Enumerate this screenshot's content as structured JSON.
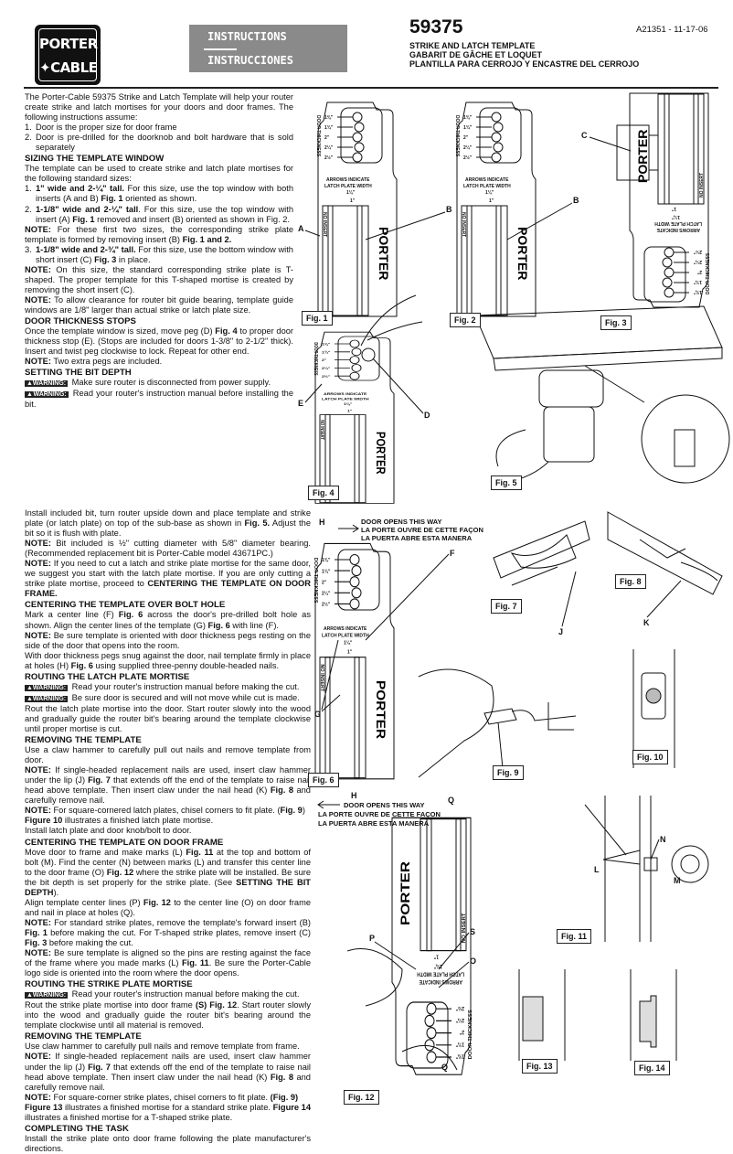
{
  "header": {
    "logo": [
      "PORTER",
      "✦CABLE"
    ],
    "banner_en": "INSTRUCTIONS",
    "banner_es": "INSTRUCCIONES",
    "model": "59375",
    "subtitles": [
      "STRIKE AND LATCH  TEMPLATE",
      "GABARIT DE GÂCHE ET LOQUET",
      "PLANTILLA PARA CERROJO Y ENCASTRE DEL CERROJO"
    ],
    "doc_id": "A21351 - 11-17-06"
  },
  "instructions": {
    "narrow": [
      {
        "k": "p",
        "runs": [
          {
            "t": "The Porter-Cable 59375 Strike and Latch Template will help your router create strike and latch mortises for your doors and door frames. The following instructions assume:"
          }
        ]
      },
      {
        "k": "li",
        "n": "1.",
        "runs": [
          {
            "t": "Door is the proper size for door frame"
          }
        ]
      },
      {
        "k": "li",
        "n": "2.",
        "runs": [
          {
            "t": "Door is pre-drilled for the doorknob and bolt hardware that is sold separately"
          }
        ]
      },
      {
        "k": "h",
        "runs": [
          {
            "t": "SIZING THE TEMPLATE WINDOW"
          }
        ]
      },
      {
        "k": "p",
        "runs": [
          {
            "t": "The template can be used to create strike and latch plate mortises for the following standard sizes:"
          }
        ]
      },
      {
        "k": "li",
        "n": "1.",
        "runs": [
          {
            "t": "1\" wide and 2-¼\" tall.",
            "b": true
          },
          {
            "t": " For this size, use the top window with both inserts (A and B) "
          },
          {
            "t": "Fig. 1",
            "b": true
          },
          {
            "t": " oriented as shown."
          }
        ]
      },
      {
        "k": "li",
        "n": "2.",
        "runs": [
          {
            "t": "1-1/8\" wide and 2-¼\" tall",
            "b": true
          },
          {
            "t": ". For this size, use the top window with insert (A) "
          },
          {
            "t": "Fig. 1",
            "b": true
          },
          {
            "t": " removed and insert (B) oriented as shown in Fig. 2."
          }
        ]
      },
      {
        "k": "p",
        "runs": [
          {
            "t": "NOTE:",
            "b": true
          },
          {
            "t": " For these first two sizes, the corresponding strike plate template is formed by removing insert (B) "
          },
          {
            "t": "Fig. 1 and 2.",
            "b": true
          }
        ]
      },
      {
        "k": "li",
        "n": "3.",
        "runs": [
          {
            "t": "1-1/8\" wide and 2-¾\" tall.",
            "b": true
          },
          {
            "t": " For this size, use the bottom window with short insert (C) "
          },
          {
            "t": "Fig. 3",
            "b": true
          },
          {
            "t": " in place."
          }
        ]
      },
      {
        "k": "p",
        "runs": [
          {
            "t": "NOTE:",
            "b": true
          },
          {
            "t": " On this size, the standard corresponding strike plate is T-shaped. The proper template for this T-shaped mortise is created by removing the short insert (C)."
          }
        ]
      },
      {
        "k": "p",
        "runs": [
          {
            "t": "NOTE:",
            "b": true
          },
          {
            "t": " To allow clearance for router bit guide bearing, template guide windows are 1/8\" larger than actual strike or latch plate size."
          }
        ]
      },
      {
        "k": "h",
        "runs": [
          {
            "t": "DOOR THICKNESS STOPS"
          }
        ]
      },
      {
        "k": "p",
        "runs": [
          {
            "t": "Once the template window is sized, move peg (D) "
          },
          {
            "t": "Fig. 4",
            "b": true
          },
          {
            "t": " to proper door thickness stop (E). (Stops are included for doors 1-3/8\" to 2-1/2\" thick). Insert and twist peg clockwise to lock. Repeat for other end."
          }
        ]
      },
      {
        "k": "p",
        "runs": [
          {
            "t": "NOTE:",
            "b": true
          },
          {
            "t": " Two extra pegs are included."
          }
        ]
      },
      {
        "k": "h",
        "runs": [
          {
            "t": "SETTING THE BIT DEPTH"
          }
        ]
      },
      {
        "k": "p",
        "runs": [
          {
            "t": "▲WARNING:",
            "w": true
          },
          {
            "t": " Make sure router is disconnected from power supply."
          }
        ]
      },
      {
        "k": "p",
        "runs": [
          {
            "t": "▲WARNING:",
            "w": true
          },
          {
            "t": " Read your router's instruction manual before installing the bit."
          }
        ]
      }
    ],
    "wide": [
      {
        "k": "p",
        "runs": [
          {
            "t": "Install included bit, turn router upside down and place template and strike plate (or latch plate) on top of the sub-base as shown in "
          },
          {
            "t": "Fig. 5.",
            "b": true
          },
          {
            "t": " Adjust the bit so it is flush with plate."
          }
        ]
      },
      {
        "k": "p",
        "runs": [
          {
            "t": "NOTE:",
            "b": true
          },
          {
            "t": " Bit included is ½\" cutting diameter with 5/8\" diameter bearing. (Recommended replacement bit is Porter-Cable model 43671PC.)"
          }
        ]
      },
      {
        "k": "p",
        "runs": [
          {
            "t": "NOTE:",
            "b": true
          },
          {
            "t": " If you need to cut a latch and strike plate mortise for the same door, we suggest you start with the latch plate mortise. If you are only cutting a strike plate mortise, proceed to "
          },
          {
            "t": "CENTERING THE TEMPLATE ON DOOR FRAME.",
            "b": true
          }
        ]
      },
      {
        "k": "h",
        "runs": [
          {
            "t": "CENTERING THE TEMPLATE OVER BOLT HOLE"
          }
        ]
      },
      {
        "k": "p",
        "runs": [
          {
            "t": "Mark a center line (F) "
          },
          {
            "t": "Fig. 6",
            "b": true
          },
          {
            "t": " across the door's pre-drilled bolt hole as shown. Align the center lines of the template (G) "
          },
          {
            "t": "Fig. 6",
            "b": true
          },
          {
            "t": " with line (F)."
          }
        ]
      },
      {
        "k": "p",
        "runs": [
          {
            "t": "NOTE:",
            "b": true
          },
          {
            "t": " Be sure template is oriented with door thickness pegs resting on the side of the door that opens into the room."
          }
        ]
      },
      {
        "k": "p",
        "runs": [
          {
            "t": "With door thickness pegs snug against the door, nail template firmly in place at holes (H) "
          },
          {
            "t": "Fig. 6",
            "b": true
          },
          {
            "t": " using supplied three-penny double-headed nails."
          }
        ]
      },
      {
        "k": "h",
        "runs": [
          {
            "t": "ROUTING THE LATCH PLATE MORTISE"
          }
        ]
      },
      {
        "k": "p",
        "runs": [
          {
            "t": "▲WARNING:",
            "w": true
          },
          {
            "t": " Read your router's instruction manual before making the cut."
          }
        ]
      },
      {
        "k": "p",
        "runs": [
          {
            "t": "▲WARNING:",
            "w": true
          },
          {
            "t": " Be sure door is secured and will not move while cut is made."
          }
        ]
      },
      {
        "k": "p",
        "runs": [
          {
            "t": "Rout the latch plate mortise into the door. Start router slowly into the wood and gradually guide the router bit's bearing around the template clockwise until proper mortise is cut."
          }
        ]
      },
      {
        "k": "h",
        "runs": [
          {
            "t": "REMOVING THE TEMPLATE"
          }
        ]
      },
      {
        "k": "p",
        "runs": [
          {
            "t": "Use a claw hammer to carefully pull out nails and remove template from door."
          }
        ]
      },
      {
        "k": "p",
        "runs": [
          {
            "t": "NOTE:",
            "b": true
          },
          {
            "t": " If single-headed replacement nails are used, insert claw hammer under the lip (J) "
          },
          {
            "t": "Fig. 7",
            "b": true
          },
          {
            "t": " that extends off the end of the template to raise nail head above template. Then insert claw under the nail head (K) "
          },
          {
            "t": "Fig. 8",
            "b": true
          },
          {
            "t": " and carefully remove nail."
          }
        ]
      },
      {
        "k": "p",
        "runs": [
          {
            "t": "NOTE:",
            "b": true
          },
          {
            "t": " For square-cornered latch plates, chisel corners to fit plate. ("
          },
          {
            "t": "Fig. 9",
            "b": true
          },
          {
            "t": ")"
          }
        ]
      },
      {
        "k": "p",
        "runs": [
          {
            "t": "Figure 10",
            "b": true
          },
          {
            "t": " illustrates a finished latch plate mortise."
          }
        ]
      },
      {
        "k": "p",
        "runs": [
          {
            "t": "Install latch plate and door knob/bolt to door."
          }
        ]
      },
      {
        "k": "h",
        "runs": [
          {
            "t": "CENTERING THE TEMPLATE ON DOOR FRAME"
          }
        ]
      },
      {
        "k": "p",
        "runs": [
          {
            "t": "Move door to frame and make marks (L) "
          },
          {
            "t": "Fig. 11",
            "b": true
          },
          {
            "t": " at the top and bottom of bolt (M). Find the center (N) between marks (L) and transfer this center line to the door frame (O) "
          },
          {
            "t": "Fig. 12",
            "b": true
          },
          {
            "t": " where the strike plate will be installed. Be sure the bit depth is set properly for the strike plate. (See "
          },
          {
            "t": "SETTING THE BIT DEPTH",
            "b": true
          },
          {
            "t": ")."
          }
        ]
      },
      {
        "k": "p",
        "runs": [
          {
            "t": "Align template center lines (P) "
          },
          {
            "t": "Fig. 12",
            "b": true
          },
          {
            "t": " to the center line (O) on door frame and nail in place at holes (Q)."
          }
        ]
      },
      {
        "k": "p",
        "runs": [
          {
            "t": "NOTE:",
            "b": true
          },
          {
            "t": " For standard strike plates, remove the template's forward insert (B) "
          },
          {
            "t": "Fig. 1",
            "b": true
          },
          {
            "t": " before making the cut. For T-shaped strike plates, remove insert (C) "
          },
          {
            "t": "Fig. 3",
            "b": true
          },
          {
            "t": " before making the cut."
          }
        ]
      },
      {
        "k": "p",
        "runs": [
          {
            "t": "NOTE:",
            "b": true
          },
          {
            "t": " Be sure template is aligned so the pins are resting against the face of the frame where you made marks (L) "
          },
          {
            "t": "Fig. 11",
            "b": true
          },
          {
            "t": ". Be sure the Porter-Cable logo side is oriented into the room where the door opens."
          }
        ]
      },
      {
        "k": "h",
        "runs": [
          {
            "t": "ROUTING THE STRIKE PLATE MORTISE"
          }
        ]
      },
      {
        "k": "p",
        "runs": [
          {
            "t": "▲WARNING:",
            "w": true
          },
          {
            "t": " Read your router's instruction manual before making the cut."
          }
        ]
      },
      {
        "k": "p",
        "runs": [
          {
            "t": "Rout the strike plate mortise into door frame "
          },
          {
            "t": "(S) Fig. 12",
            "b": true
          },
          {
            "t": ". Start router slowly into the wood and gradually guide the router bit's bearing around the template clockwise until all material is removed."
          }
        ]
      },
      {
        "k": "h",
        "runs": [
          {
            "t": "REMOVING THE TEMPLATE"
          }
        ]
      },
      {
        "k": "p",
        "runs": [
          {
            "t": "Use claw hammer to carefully pull nails and remove template from frame."
          }
        ]
      },
      {
        "k": "p",
        "runs": [
          {
            "t": "NOTE:",
            "b": true
          },
          {
            "t": " If single-headed replacement nails are used, insert claw hammer under the lip (J) "
          },
          {
            "t": "Fig. 7",
            "b": true
          },
          {
            "t": " that extends off the end of the template to raise nail head above template. Then insert claw under the nail head (K) "
          },
          {
            "t": "Fig. 8",
            "b": true
          },
          {
            "t": " and carefully remove nail."
          }
        ]
      },
      {
        "k": "p",
        "runs": [
          {
            "t": "NOTE:",
            "b": true
          },
          {
            "t": " For square-corner strike plates, chisel corners to fit plate. "
          },
          {
            "t": "(Fig. 9)",
            "b": true
          }
        ]
      },
      {
        "k": "p",
        "runs": [
          {
            "t": "Figure 13",
            "b": true
          },
          {
            "t": " illustrates a finished mortise for a standard strike plate. "
          },
          {
            "t": "Figure 14",
            "b": true
          },
          {
            "t": " illustrates a finished mortise for a T-shaped strike plate."
          }
        ]
      },
      {
        "k": "h",
        "runs": [
          {
            "t": "COMPLETING THE TASK"
          }
        ]
      },
      {
        "k": "p",
        "runs": [
          {
            "t": "Install the strike plate onto door frame following the plate manufacturer's directions."
          }
        ]
      }
    ]
  },
  "template": {
    "door_thickness": "DOOR THICKNESS",
    "thickness": [
      "1⅜\"",
      "1¾\"",
      "2\"",
      "2¼\"",
      "2½\""
    ],
    "arrows": [
      "ARROWS INDICATE",
      "LATCH PLATE WIDTH"
    ],
    "w118": "1⅛\"",
    "w1": "1\"",
    "no_insert": "NO INSERT",
    "brand": "PORTER"
  },
  "figures": {
    "captions": [
      "Fig. 1",
      "Fig. 2",
      "Fig. 3",
      "Fig. 4",
      "Fig. 5",
      "Fig. 6",
      "Fig. 7",
      "Fig. 8",
      "Fig. 9",
      "Fig. 10",
      "Fig. 11",
      "Fig. 12",
      "Fig. 13",
      "Fig. 14"
    ],
    "labels": {
      "A": "A",
      "B": "B",
      "C": "C",
      "D": "D",
      "E": "E",
      "F": "F",
      "G": "G",
      "H": "H",
      "J": "J",
      "K": "K",
      "L": "L",
      "M": "M",
      "N": "N",
      "O": "O",
      "P": "P",
      "Q": "Q",
      "S": "S"
    },
    "door_opens": [
      "DOOR OPENS THIS WAY",
      "LA PORTE OUVRE DE CETTE FAÇON",
      "LA PUERTA ABRE ESTA MANERA"
    ]
  }
}
